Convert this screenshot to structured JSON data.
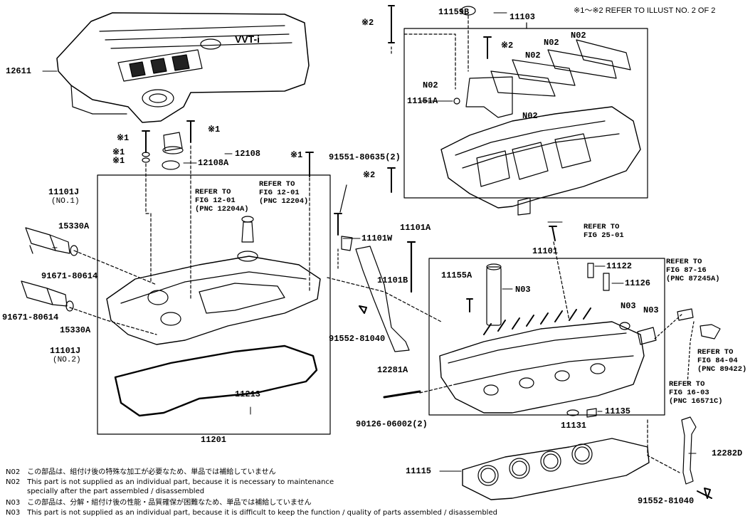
{
  "header_note": "※1～※2  REFER TO ILLUST NO. 2 OF 2",
  "parts": {
    "p12611": "12611",
    "p11159B": "11159B",
    "p11103": "11103",
    "p11151A": "11151A",
    "p11101J_top": "11101J",
    "p11101J_top_sub": "(NO.1)",
    "p15330A_top": "15330A",
    "p91671_top": "91671-80614",
    "p91671_bot": "91671-80614",
    "p15330A_bot": "15330A",
    "p11101J_bot": "11101J",
    "p11101J_bot_sub": "(NO.2)",
    "p12108": "12108",
    "p12108A": "12108A",
    "p91551": "91551-80635(2)",
    "p11101W": "11101W",
    "p11101A": "11101A",
    "p11101": "11101",
    "p11101B": "11101B",
    "p91552_left": "91552-81040",
    "p12281A": "12281A",
    "p11213": "11213",
    "p11201": "11201",
    "p11155A": "11155A",
    "p11122": "11122",
    "p11126": "11126",
    "p11135": "11135",
    "p11131": "11131",
    "p90126": "90126-06002(2)",
    "p11115": "11115",
    "p12282D": "12282D",
    "p91552_right": "91552-81040"
  },
  "marks": {
    "kome1": "※1",
    "kome2": "※2",
    "n02": "N02",
    "n03": "N03"
  },
  "refs": {
    "r1": [
      "REFER TO",
      "FIG 12-01",
      "(PNC 12204A)"
    ],
    "r2": [
      "REFER TO",
      "FIG 12-01",
      "(PNC 12204)"
    ],
    "r3": [
      "REFER TO",
      "FIG 25-01"
    ],
    "r4": [
      "REFER TO",
      "FIG 87-16",
      "(PNC 87245A)"
    ],
    "r5": [
      "REFER TO",
      "FIG 84-04",
      "(PNC 89422)"
    ],
    "r6": [
      "REFER TO",
      "FIG 16-03",
      "(PNC 16571C)"
    ]
  },
  "notes": [
    "N02　この部品は、組付け後の特殊な加工が必要なため、単品では補給していません",
    "N02　This part is not supplied as an individual part, because it is necessary to maintenance",
    "　　　specially after the part assembled / disassembled",
    "N03　この部品は、分解・組付け後の性能・品質確保が困難なため、単品では補給していません",
    "N03　This part is not supplied as an individual part, because it is difficult to keep the function / quality of parts  assembled / disassembled"
  ]
}
